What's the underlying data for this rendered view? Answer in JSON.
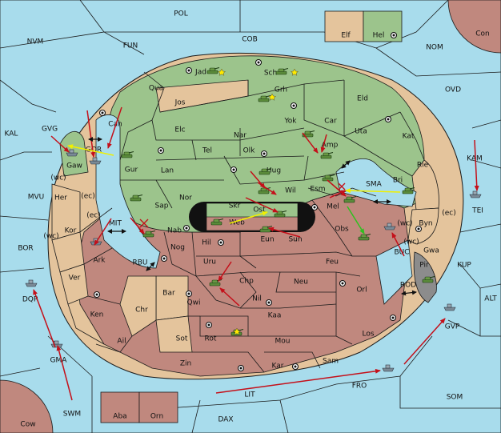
{
  "colors": {
    "sea": "#a8dcec",
    "green_power": "#9cc48c",
    "red_power": "#c0887e",
    "neutral_land": "#e4c49c",
    "gray_land": "#8c8c8c",
    "order_red": "#c4101a",
    "order_yellow": "#f0f000",
    "order_green": "#30c020"
  },
  "labels": {
    "pol": "POL",
    "nvm": "NVM",
    "fun": "FUN",
    "cob": "COB",
    "nom": "NOM",
    "con": "Con",
    "elf": "Elf",
    "hel": "Hel",
    "ovd": "OVD",
    "kal": "KAL",
    "gvg": "GVG",
    "gor": "GOR",
    "gaw": "Gaw",
    "kam": "KAM",
    "tei": "TEI",
    "mvu": "MVU",
    "bor": "BOR",
    "mit": "MIT",
    "rbu": "RBU",
    "sma": "SMA",
    "buc": "BUC",
    "rod": "ROD",
    "kup": "KUP",
    "alt": "ALT",
    "gvp": "GVP",
    "dqr": "DQR",
    "gma": "GMA",
    "swm": "SWM",
    "fro": "FRO",
    "lit": "LIT",
    "som": "SOM",
    "dax": "DAX",
    "cow": "Cow",
    "aba": "Aba",
    "orn": "Orn",
    "jad": "Jad",
    "sch": "Sch",
    "qua": "Qua",
    "grh": "Grh",
    "jos": "Jos",
    "eld": "Eld",
    "can": "Can",
    "yok": "Yok",
    "car": "Car",
    "uta": "Uta",
    "elc": "Elc",
    "nar": "Nar",
    "kat": "Kat",
    "tel": "Tel",
    "olk": "Olk",
    "amp": "Amp",
    "gur": "Gur",
    "lan": "Lan",
    "hug": "Hug",
    "bri": "Bri",
    "rie": "Rie",
    "wil": "Wil",
    "esm": "Esm",
    "nor": "Nor",
    "skr": "Skr",
    "sap": "Sap",
    "ost": "Ost",
    "mel": "Mel",
    "web": "Web",
    "her": "Her",
    "kor": "Kor",
    "nab": "Nab",
    "eun": "Eun",
    "sun": "Sun",
    "obs": "Obs",
    "byn": "Byn",
    "hil": "Hil",
    "nog": "Nog",
    "ark": "Ark",
    "gwa": "Gwa",
    "pir": "Pir",
    "uru": "Uru",
    "feu": "Feu",
    "ver": "Ver",
    "chp": "Chp",
    "neu": "Neu",
    "orl": "Orl",
    "bar": "Bar",
    "qwi": "Qwi",
    "nil": "Nil",
    "ken": "Ken",
    "chr": "Chr",
    "kaa": "Kaa",
    "ail": "Ail",
    "sot": "Sot",
    "rot": "Rot",
    "mou": "Mou",
    "los": "Los",
    "zin": "Zin",
    "kar": "Kar",
    "sam": "Sam",
    "wc": "(wc)",
    "ec": "(ec)"
  }
}
